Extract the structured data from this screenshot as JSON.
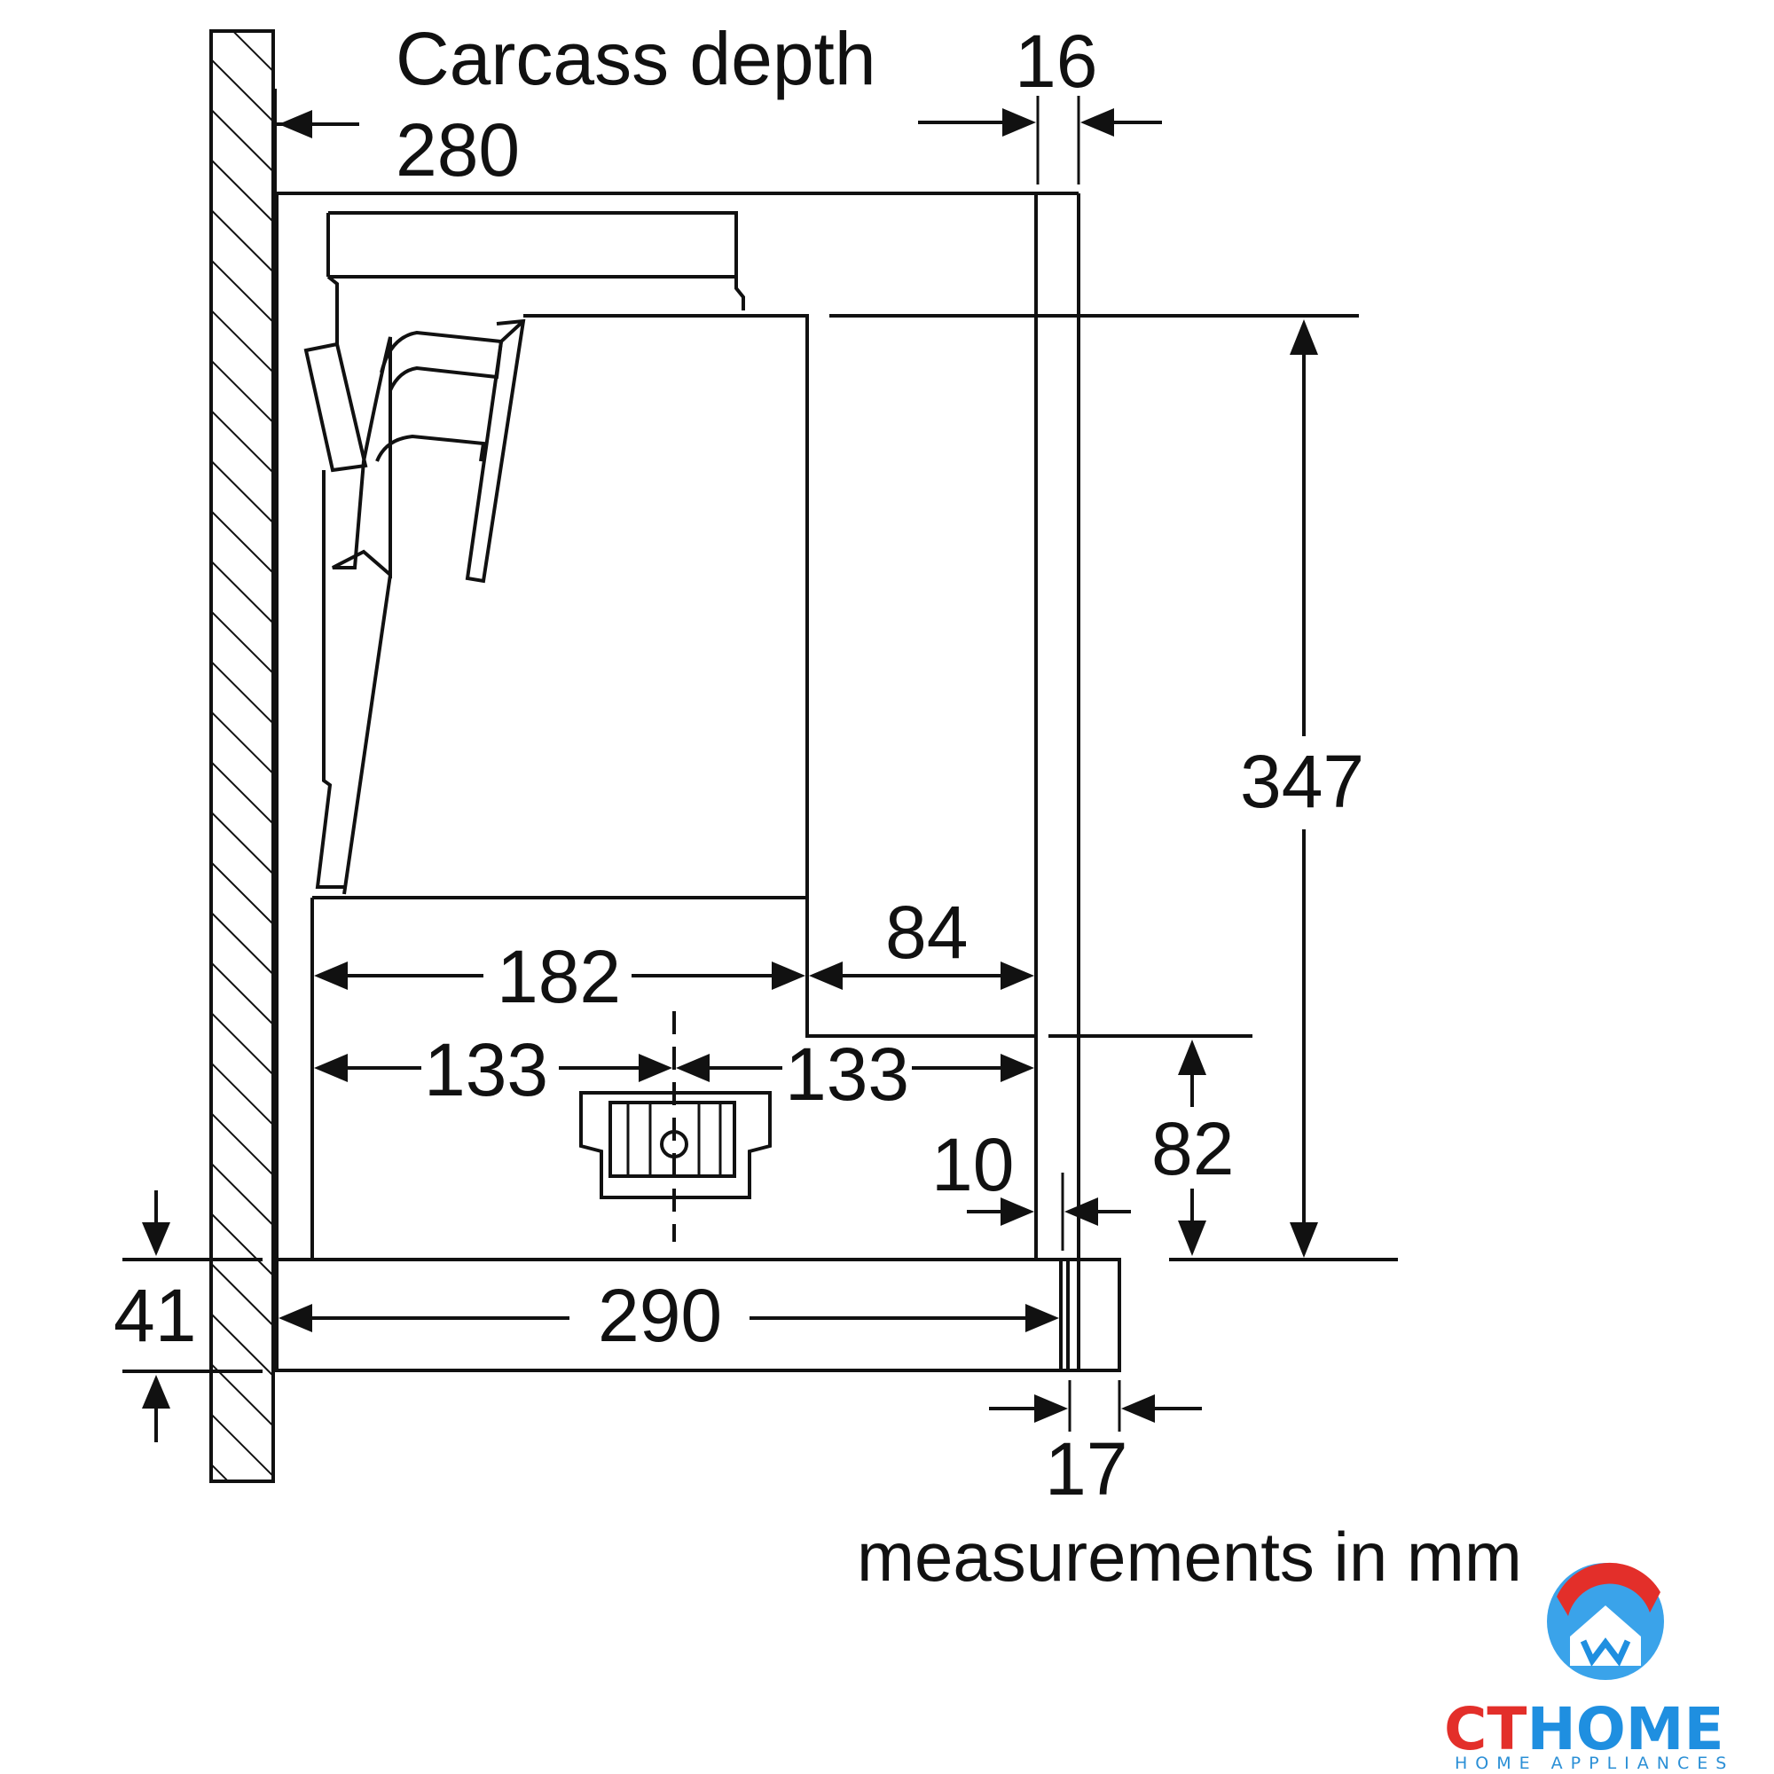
{
  "labels": {
    "carcass_title": "Carcass depth",
    "carcass_value": "280",
    "dim_16": "16",
    "dim_347": "347",
    "dim_84": "84",
    "dim_182": "182",
    "dim_133_left": "133",
    "dim_133_right": "133",
    "dim_82": "82",
    "dim_10": "10",
    "dim_41": "41",
    "dim_290": "290",
    "dim_17": "17",
    "units_note": "measurements in mm"
  },
  "logo": {
    "name_part1": "CT",
    "name_part2": "HOME",
    "tagline": "HOME APPLIANCES",
    "colors": {
      "red": "#e32f2a",
      "blue": "#1f8fe0",
      "light_blue": "#5bb6f0"
    }
  }
}
